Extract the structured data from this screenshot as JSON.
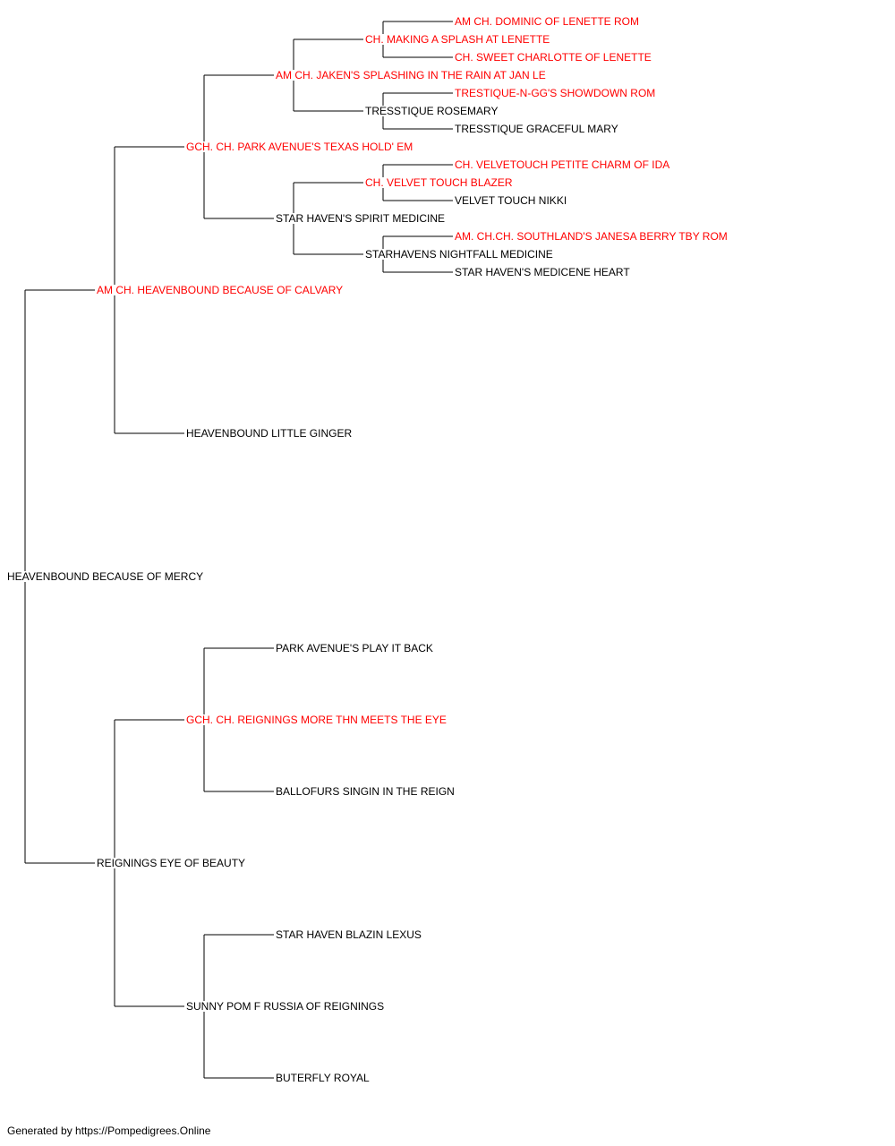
{
  "colors": {
    "champion": "#ff0000",
    "regular": "#000000",
    "line": "#000000"
  },
  "subject": {
    "name": "HEAVENBOUND BECAUSE OF MERCY",
    "champion": false,
    "sire": {
      "name": "AM CH. HEAVENBOUND BECAUSE OF CALVARY",
      "champion": true,
      "sire": {
        "name": "GCH. CH. PARK AVENUE'S TEXAS HOLD' EM",
        "champion": true,
        "sire": {
          "name": "AM CH. JAKEN'S SPLASHING IN THE RAIN AT JAN LE",
          "champion": true,
          "sire": {
            "name": "CH. MAKING A SPLASH AT LENETTE",
            "champion": true,
            "sire": {
              "name": "AM CH. DOMINIC OF LENETTE ROM",
              "champion": true
            },
            "dam": {
              "name": "CH. SWEET CHARLOTTE OF LENETTE",
              "champion": true
            }
          },
          "dam": {
            "name": "TRESSTIQUE ROSEMARY",
            "champion": false,
            "sire": {
              "name": "TRESTIQUE-N-GG'S SHOWDOWN ROM",
              "champion": true
            },
            "dam": {
              "name": "TRESSTIQUE GRACEFUL MARY",
              "champion": false
            }
          }
        },
        "dam": {
          "name": "STAR HAVEN'S SPIRIT MEDICINE",
          "champion": false,
          "sire": {
            "name": "CH. VELVET TOUCH BLAZER",
            "champion": true,
            "sire": {
              "name": "CH. VELVETOUCH PETITE CHARM OF IDA",
              "champion": true
            },
            "dam": {
              "name": "VELVET TOUCH NIKKI",
              "champion": false
            }
          },
          "dam": {
            "name": "STARHAVENS NIGHTFALL MEDICINE",
            "champion": false,
            "sire": {
              "name": "AM. CH.CH. SOUTHLAND'S JANESA BERRY TBY ROM",
              "champion": true
            },
            "dam": {
              "name": "STAR HAVEN'S MEDICENE HEART",
              "champion": false
            }
          }
        }
      },
      "dam": {
        "name": "HEAVENBOUND LITTLE GINGER",
        "champion": false
      }
    },
    "dam": {
      "name": "REIGNINGS EYE OF BEAUTY",
      "champion": false,
      "sire": {
        "name": "GCH. CH. REIGNINGS MORE THN MEETS THE EYE",
        "champion": true,
        "sire": {
          "name": "PARK AVENUE'S PLAY IT BACK",
          "champion": false
        },
        "dam": {
          "name": "BALLOFURS SINGIN IN THE REIGN",
          "champion": false
        }
      },
      "dam": {
        "name": "SUNNY POM F RUSSIA OF REIGNINGS",
        "champion": false,
        "sire": {
          "name": "STAR HAVEN BLAZIN LEXUS",
          "champion": false
        },
        "dam": {
          "name": "BUTERFLY ROYAL",
          "champion": false
        }
      }
    }
  },
  "footer": "Generated by https://Pompedigrees.Online"
}
